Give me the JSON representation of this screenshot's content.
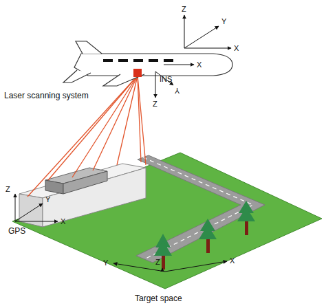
{
  "diagram": {
    "labels": [
      "Z",
      "Y",
      "X",
      "X",
      "INS",
      "Y",
      "Z",
      "Laser scanning system",
      "Z",
      "Y",
      "X",
      "GPS",
      "Z",
      "Y",
      "X",
      "Target space"
    ]
  }
}
